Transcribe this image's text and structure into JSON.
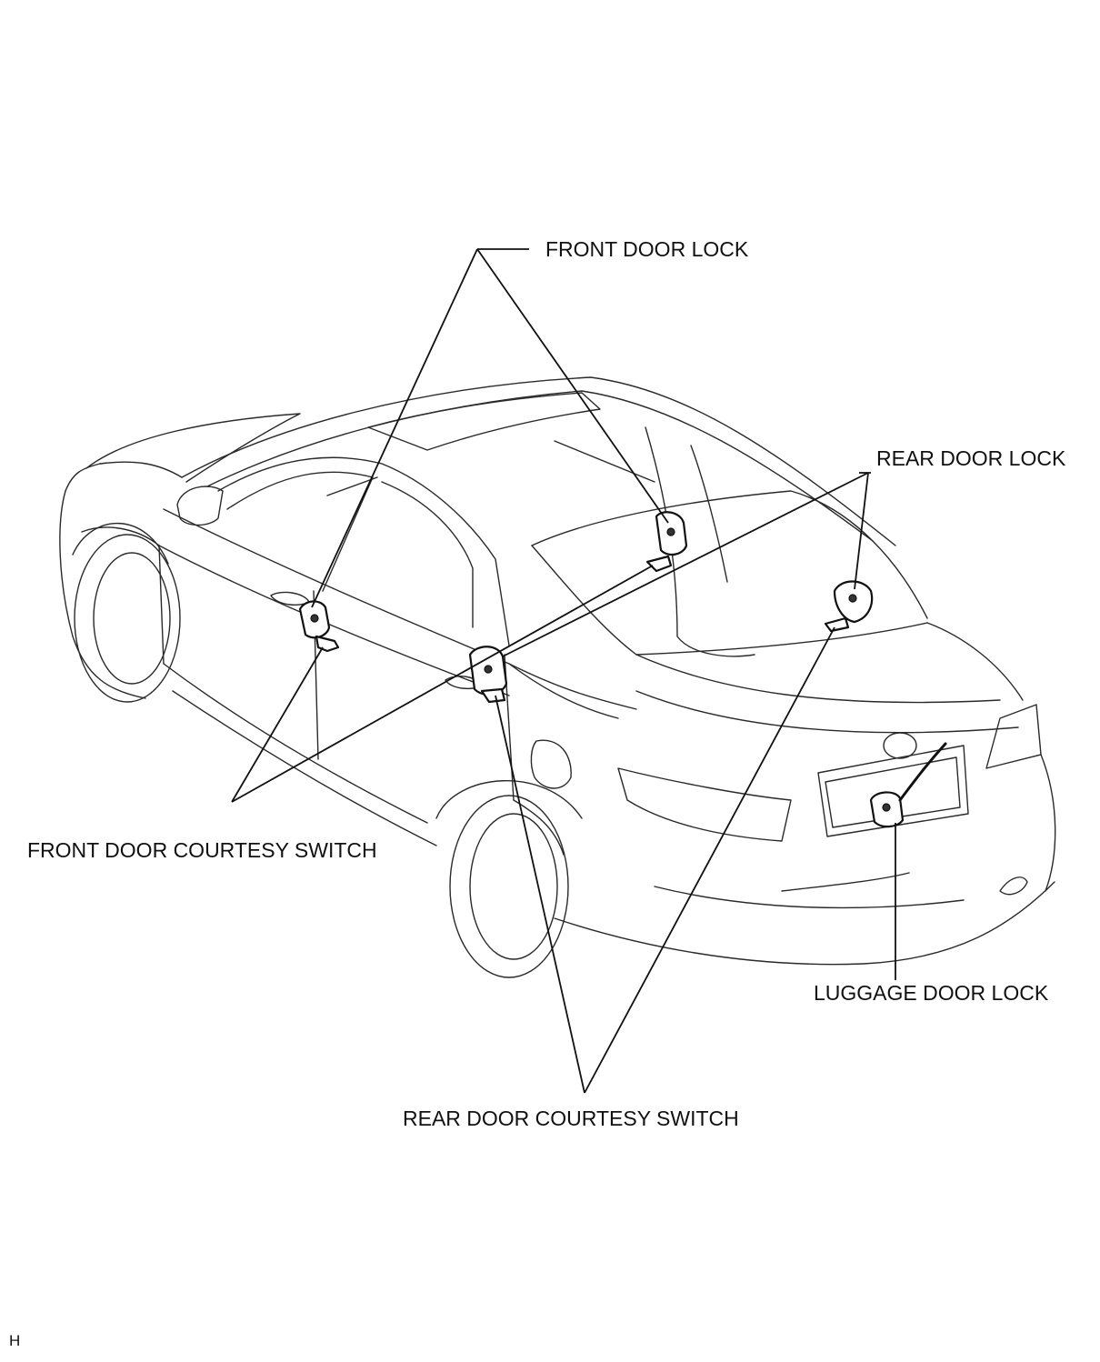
{
  "labels": {
    "front_door_lock": "FRONT DOOR LOCK",
    "rear_door_lock": "REAR DOOR LOCK",
    "front_door_courtesy_switch": "FRONT DOOR COURTESY SWITCH",
    "luggage_door_lock": "LUGGAGE DOOR LOCK",
    "rear_door_courtesy_switch": "REAR DOOR COURTESY SWITCH"
  },
  "corner_mark": "H"
}
